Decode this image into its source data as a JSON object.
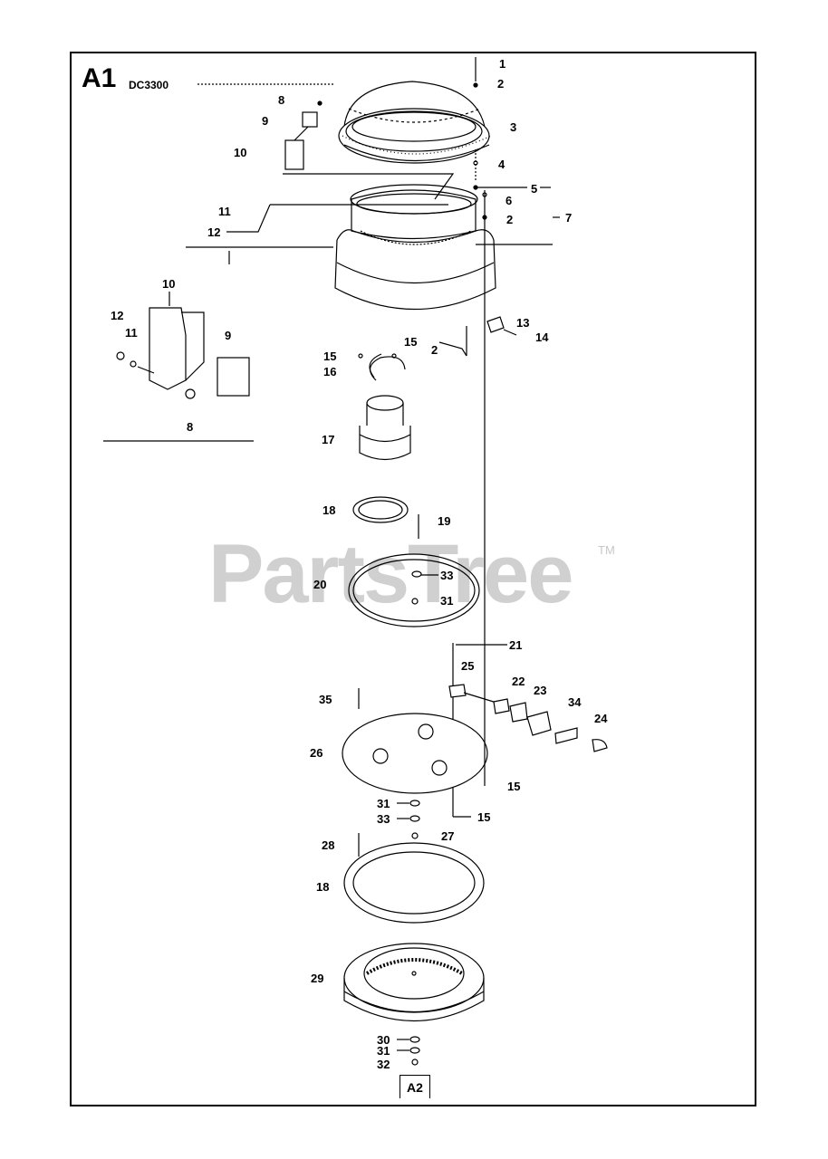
{
  "header": {
    "section": "A1",
    "model": "DC3300"
  },
  "watermark": {
    "text": "PartsTree",
    "tm": "TM"
  },
  "next_page_ref": "A2",
  "callouts": {
    "c1": "1",
    "c2a": "2",
    "c3": "3",
    "c4": "4",
    "c5": "5",
    "c6": "6",
    "c2b": "2",
    "c7": "7",
    "c8a": "8",
    "c9a": "9",
    "c10a": "10",
    "c11a": "11",
    "c12a": "12",
    "c10b": "10",
    "c12b": "12",
    "c11b": "11",
    "c9b": "9",
    "c8b": "8",
    "c13": "13",
    "c14": "14",
    "c15a": "15",
    "c2c": "2",
    "c15b": "15",
    "c16": "16",
    "c17": "17",
    "c18a": "18",
    "c19": "19",
    "c20": "20",
    "c33a": "33",
    "c31a": "31",
    "c21": "21",
    "c25": "25",
    "c22": "22",
    "c23": "23",
    "c34": "34",
    "c24": "24",
    "c35": "35",
    "c26": "26",
    "c15c": "15",
    "c31b": "31",
    "c33b": "33",
    "c15d": "15",
    "c27": "27",
    "c28": "28",
    "c18b": "18",
    "c29": "29",
    "c30": "30",
    "c31c": "31",
    "c32": "32"
  },
  "colors": {
    "line": "#000000",
    "watermark": "#d0d0d0",
    "part_fill": "#ffffff",
    "shade": "#cfcfcf"
  }
}
